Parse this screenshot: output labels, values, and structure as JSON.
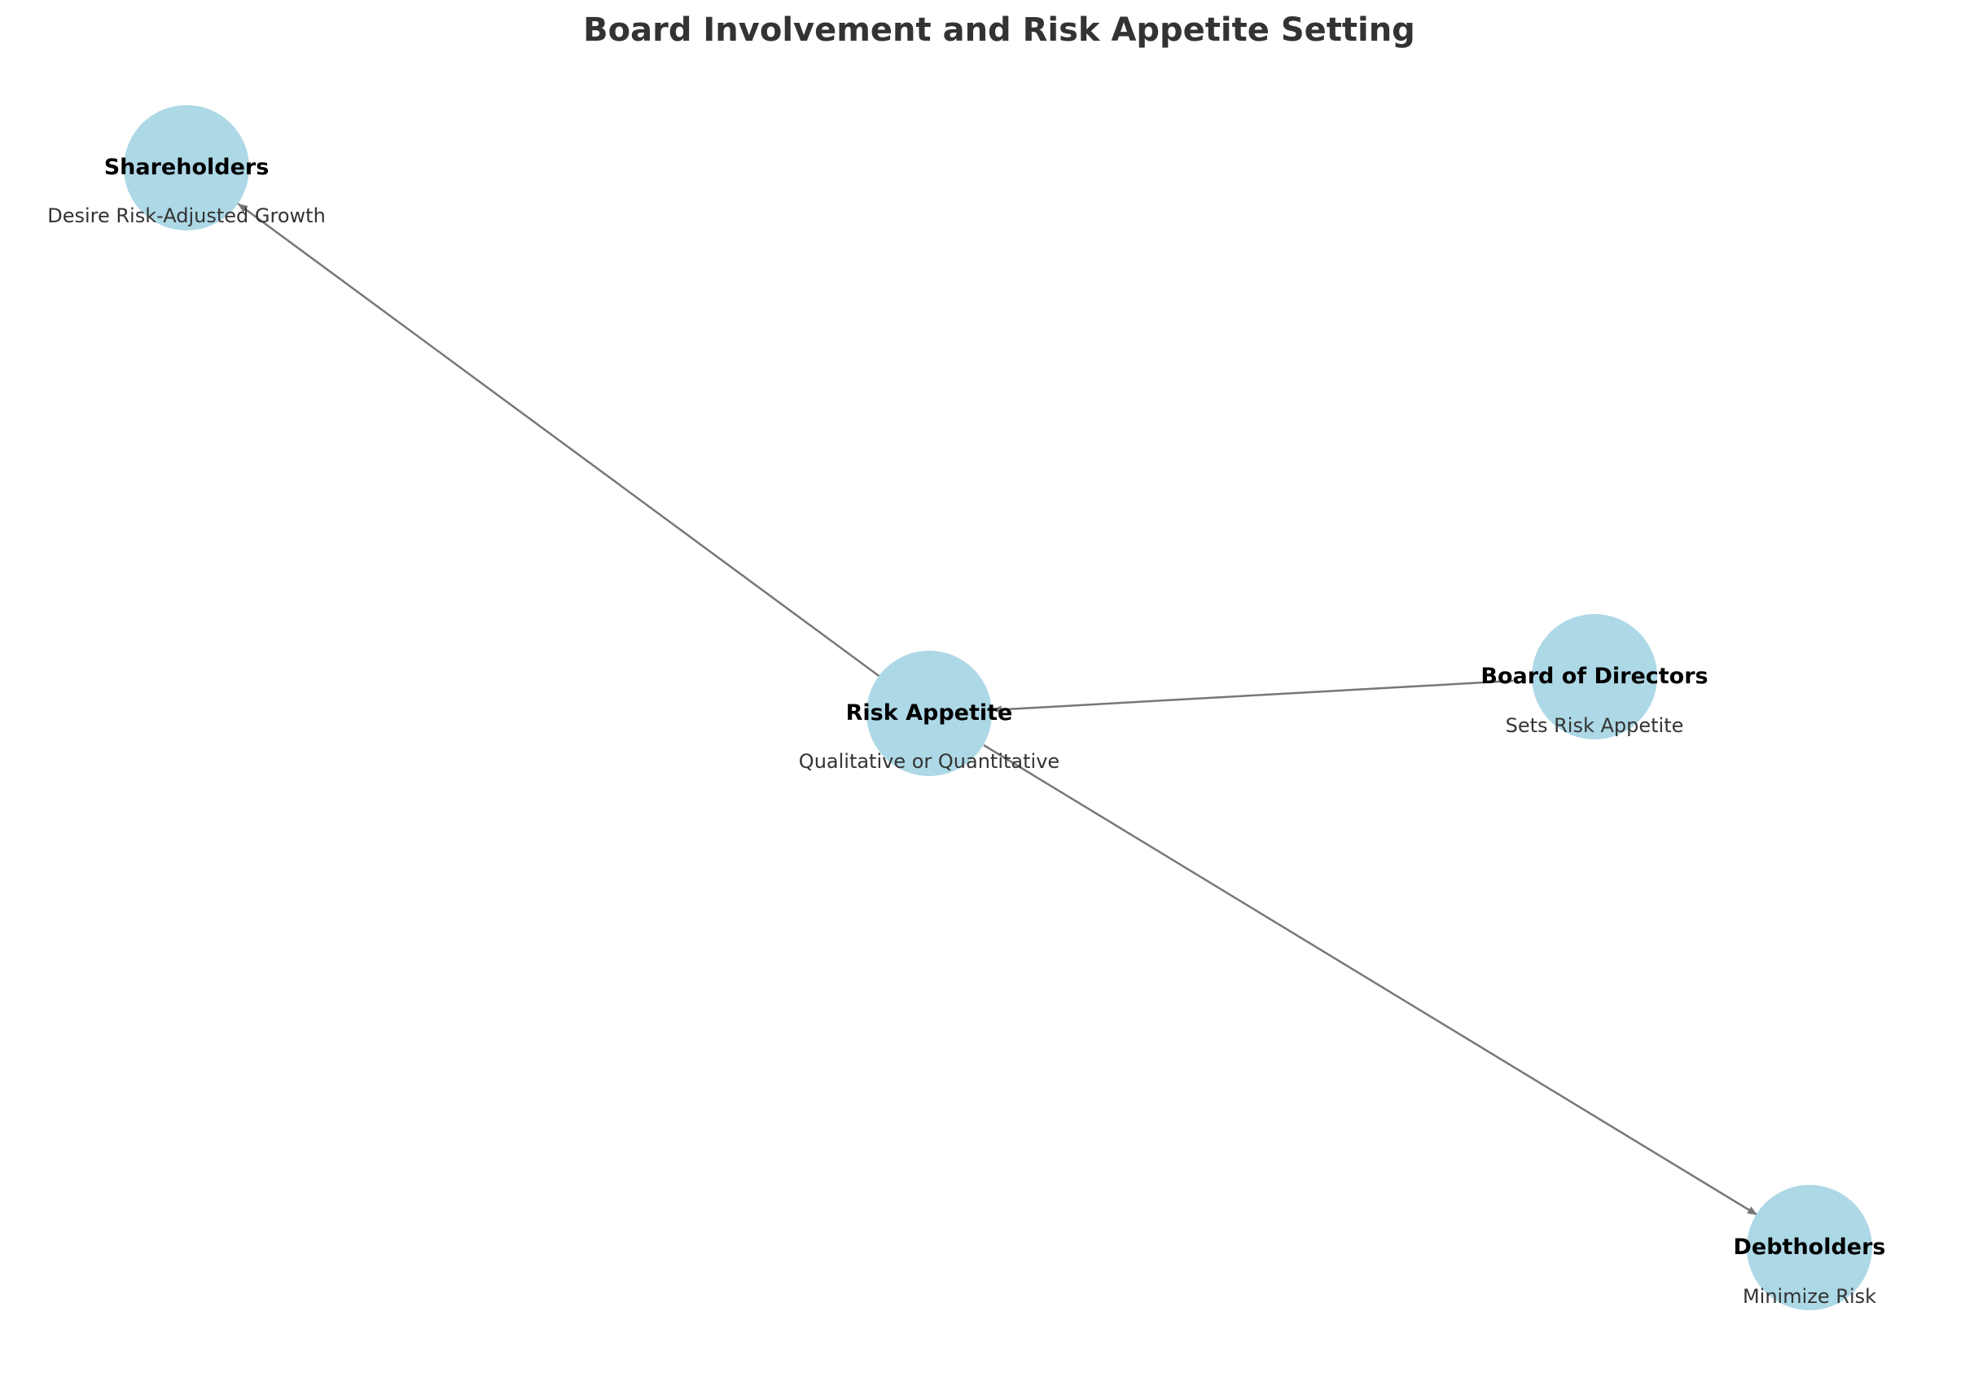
{
  "title": "Board Involvement and Risk Appetite Setting",
  "colors": {
    "node_fill": "#add8e6",
    "edge": "#777777",
    "title": "#333333",
    "label": "#000000",
    "description": "#333333"
  },
  "nodes": [
    {
      "id": "shareholders",
      "label": "Shareholders",
      "description": "Desire Risk-Adjusted Growth"
    },
    {
      "id": "risk_appetite",
      "label": "Risk Appetite",
      "description": "Qualitative or Quantitative"
    },
    {
      "id": "board",
      "label": "Board of Directors",
      "description": "Sets Risk Appetite"
    },
    {
      "id": "debtholders",
      "label": "Debtholders",
      "description": "Minimize Risk"
    }
  ],
  "edges": [
    {
      "from": "board",
      "to": "risk_appetite"
    },
    {
      "from": "risk_appetite",
      "to": "shareholders"
    },
    {
      "from": "risk_appetite",
      "to": "debtholders"
    }
  ]
}
